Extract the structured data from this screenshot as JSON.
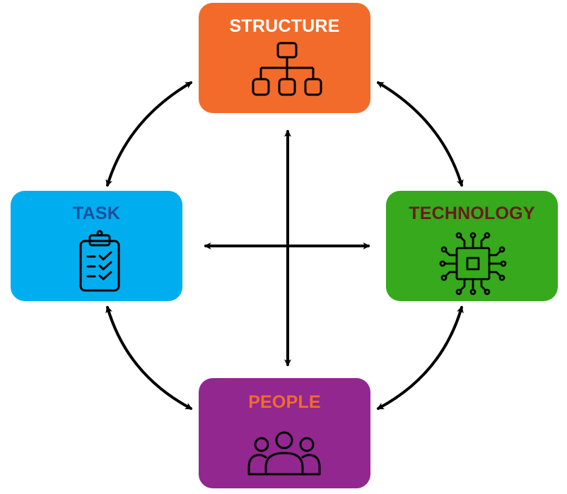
{
  "diagram": {
    "nodes": [
      {
        "id": "structure",
        "label": "STRUCTURE",
        "icon": "org-chart-icon",
        "fill": "#F26B2B",
        "text_color": "#FFFFFF"
      },
      {
        "id": "task",
        "label": "TASK",
        "icon": "clipboard-checklist-icon",
        "fill": "#00ADEF",
        "text_color": "#1F4E9B"
      },
      {
        "id": "technology",
        "label": "TECHNOLOGY",
        "icon": "microchip-icon",
        "fill": "#36A91C",
        "text_color": "#6B1A1A"
      },
      {
        "id": "people",
        "label": "PEOPLE",
        "icon": "people-group-icon",
        "fill": "#92278F",
        "text_color": "#F26B2B"
      }
    ],
    "edges": [
      {
        "from": "structure",
        "to": "technology",
        "style": "double-arrow-curved"
      },
      {
        "from": "technology",
        "to": "people",
        "style": "double-arrow-curved"
      },
      {
        "from": "people",
        "to": "task",
        "style": "double-arrow-curved"
      },
      {
        "from": "task",
        "to": "structure",
        "style": "double-arrow-curved"
      },
      {
        "from": "structure",
        "to": "people",
        "style": "double-arrow-straight"
      },
      {
        "from": "task",
        "to": "technology",
        "style": "double-arrow-straight"
      }
    ],
    "arrow_color": "#000000",
    "icon_color": "#000000"
  }
}
